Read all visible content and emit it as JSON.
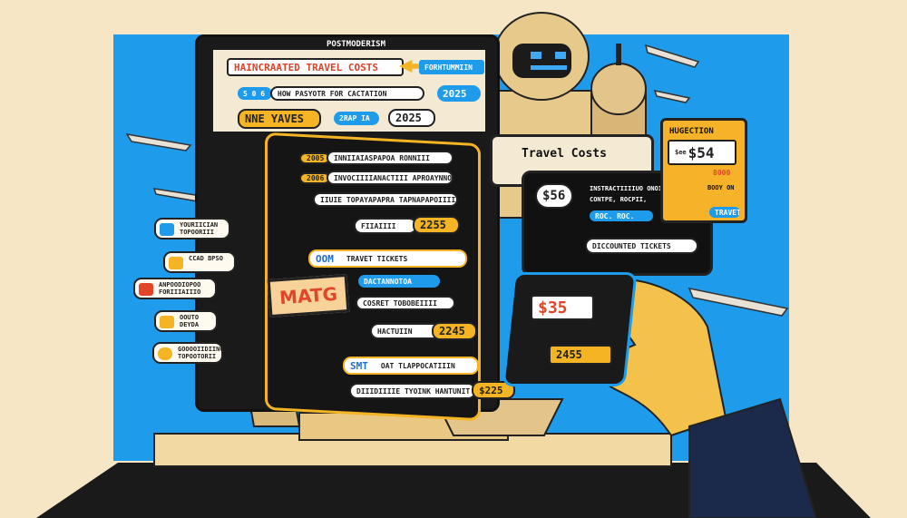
{
  "window_title": "POSTMODERISM",
  "header": {
    "title": "HAINCRAATED TRAVEL COSTS",
    "title_tag": "FORHTUMMIIN",
    "search_text": "HOW PASYOTR FOR CACTATION",
    "search_badge": "5 0 6",
    "year_badge": "2025"
  },
  "top_row": {
    "label": "NNE YAVES",
    "chip": "2RAP IA",
    "year": "2025"
  },
  "main_list": {
    "items": [
      {
        "badge": "2005",
        "text": "INNIIAIASPAPOA RONNIII"
      },
      {
        "badge": "2006",
        "text": "INVOCIIIIANACTIII APROAYNNOOR"
      },
      {
        "badge": "",
        "text": "IIUIE TOPAYAPAPRA TAPNAPAPOIIII"
      }
    ],
    "finance_label": "FIIAIIII",
    "finance_value": "2255",
    "tickets_prefix": "OOM",
    "tickets_label": "TRAVET TICKETS",
    "sub_label": "DACTANNOTOA",
    "sign_text": "MATG",
    "cost_label": "COSRET TOBOBEIIII",
    "action_label": "HACTUIIN",
    "action_value": "2245",
    "smt_prefix": "SMT",
    "smt_text": "OAT TLAPPOCATIIIN",
    "bottom_text": "DIIIDIIIIE TYOINK HANTUNIT",
    "bottom_value": "$225"
  },
  "right_panel": {
    "title": "Travel Costs",
    "price_badge": "$56",
    "desc_line1": "INSTRACTIIIIUO ONOIA",
    "desc_line2": "CONTPE, ROCPII,",
    "blue_chip": "ROC. ROC.",
    "tickets_label": "DICCOUNTED TICKETS",
    "tablet_price": "$35",
    "tablet_value": "2455"
  },
  "far_right": {
    "title": "HUGECTION",
    "price_prefix": "$ee",
    "price": "$54",
    "sub": "8000",
    "tag1": "BOOY ON",
    "tag2": "TRAVET"
  },
  "side_tags": [
    {
      "text": "YOURIICIAN TOPOORIII"
    },
    {
      "text": "CCAD BPSO"
    },
    {
      "text": "ANPOODIOPOO FORIIIAIIIO"
    },
    {
      "text": "OOUTO DEYDA"
    },
    {
      "text": "GOOOOIIDIING TOPOOTORII"
    }
  ],
  "colors": {
    "background": "#f6e6c6",
    "blue": "#1e9bea",
    "yellow": "#f4b423",
    "dark": "#1c1c1c",
    "cream": "#f2d9a4",
    "red": "#e2462a"
  }
}
